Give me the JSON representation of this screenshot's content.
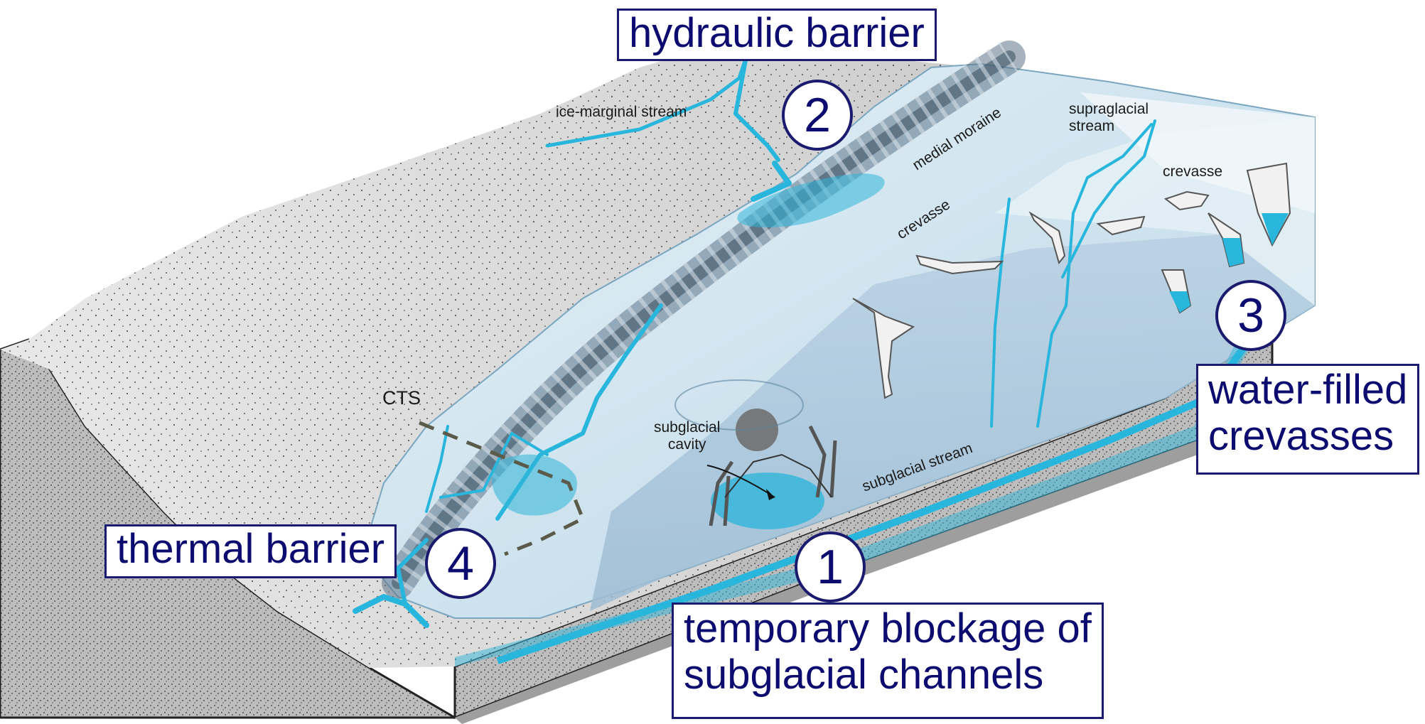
{
  "callouts": {
    "hydraulic_barrier": {
      "number": "2",
      "label": "hydraulic barrier"
    },
    "temporary_blockage": {
      "number": "1",
      "label_line1": "temporary blockage of",
      "label_line2": "subglacial channels"
    },
    "water_filled_crevasses": {
      "number": "3",
      "label_line1": "water-filled",
      "label_line2": "crevasses"
    },
    "thermal_barrier": {
      "number": "4",
      "label": "thermal barrier"
    }
  },
  "labels": {
    "ice_marginal_stream": "ice-marginal stream",
    "medial_moraine": "medial moraine",
    "supraglacial_stream_line1": "supraglacial",
    "supraglacial_stream_line2": "stream",
    "crevasse_right": "crevasse",
    "crevasse_mid": "crevasse",
    "subglacial_cavity_line1": "subglacial",
    "subglacial_cavity_line2": "cavity",
    "subglacial_stream": "subglacial stream",
    "cts": "CTS"
  },
  "colors": {
    "water": "#29b6dc",
    "ice": "#c9e1ee",
    "ice_face": "#a9c6dc",
    "bedrock": "#cfcfcf",
    "callout_text": "#0c0c70",
    "callout_border": "#1a1a6e"
  }
}
